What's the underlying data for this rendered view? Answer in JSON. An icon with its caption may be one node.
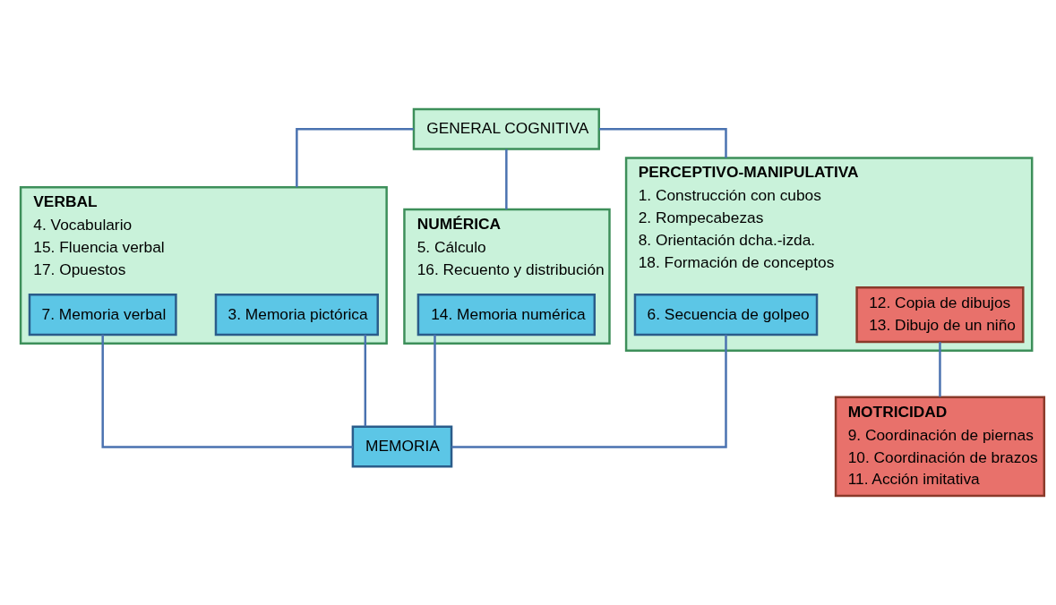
{
  "diagram": {
    "nodes": [
      {
        "text": [
          "GENERAL COGNITIVA"
        ]
      },
      {
        "text": [
          "PERCEPTIVO-MANIPULATIVA",
          "1. Construcción con cubos",
          "2. Rompecabezas",
          "8. Orientación dcha.-izda.",
          "18. Formación de conceptos"
        ]
      },
      {
        "text": [
          "6. Secuencia de golpeo"
        ],
        "in": 1
      },
      {
        "text": [
          "12. Copia de dibujos",
          "13. Dibujo de un niño"
        ],
        "in": 1
      },
      {
        "text": [
          "VERBAL",
          "4. Vocabulario",
          "15. Fluencia verbal",
          "17. Opuestos"
        ]
      },
      {
        "text": [
          "3. Memoria pictórica"
        ],
        "in": 4
      },
      {
        "text": [
          "7. Memoria verbal"
        ],
        "in": 4
      },
      {
        "text": [
          "NUMÉRICA",
          "5. Cálculo",
          "16. Recuento y distribución"
        ]
      },
      {
        "text": [
          "14. Memoria numérica"
        ],
        "in": 7
      },
      {
        "text": [
          "MOTRICIDAD",
          "9. Coordinación de piernas",
          "10. Coordinación de brazos",
          "11. Acción imitativa"
        ]
      },
      {
        "text": [
          "MEMORIA"
        ]
      }
    ],
    "edges": [
      {
        "from": 0,
        "to": 1,
        "arrow": "none"
      },
      {
        "from": 0,
        "to": 4,
        "arrow": "none"
      },
      {
        "from": 0,
        "to": 7,
        "arrow": "none"
      },
      {
        "from": 2,
        "to": 10,
        "arrow": "none"
      },
      {
        "from": 5,
        "to": 10,
        "arrow": "none"
      },
      {
        "from": 6,
        "to": 10,
        "arrow": "none"
      },
      {
        "from": 8,
        "to": 10,
        "arrow": "none"
      },
      {
        "from": 3,
        "to": 9,
        "arrow": "none"
      }
    ]
  }
}
